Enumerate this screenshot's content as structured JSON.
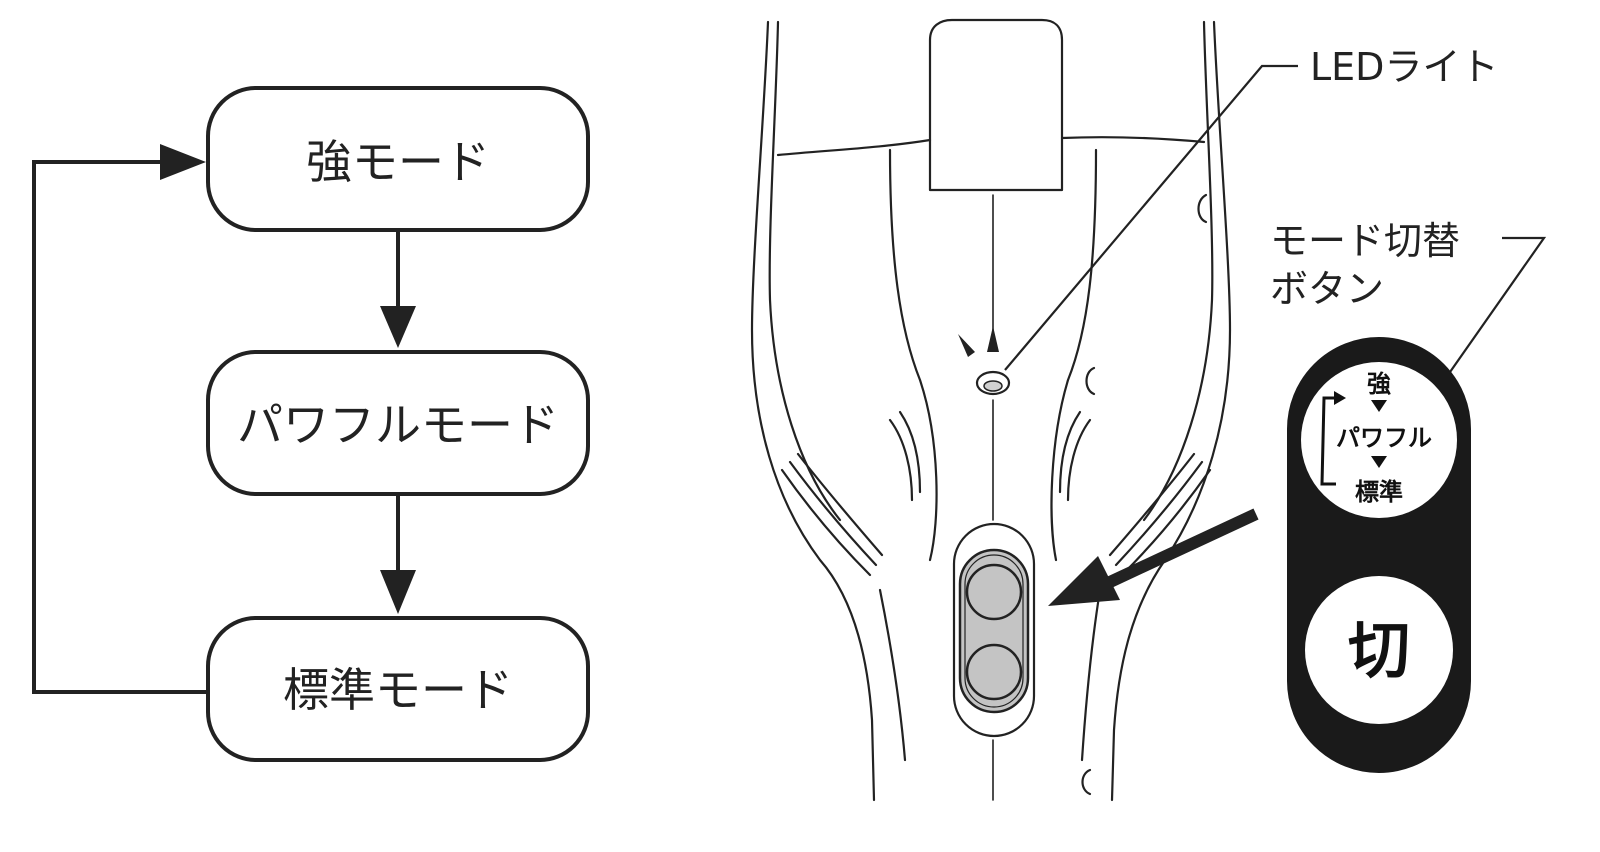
{
  "flow": {
    "strong": "強モード",
    "powerful": "パワフルモード",
    "standard": "標準モード"
  },
  "callouts": {
    "led": "LEDライト",
    "mode_switch_line1": "モード切替",
    "mode_switch_line2": "ボタン"
  },
  "panel": {
    "strong": "強",
    "powerful": "パワフル",
    "standard": "標準",
    "off": "切"
  },
  "colors": {
    "line": "#222222",
    "button_fill": "#c4c4c4",
    "panel_bg": "#1a1a1a"
  }
}
